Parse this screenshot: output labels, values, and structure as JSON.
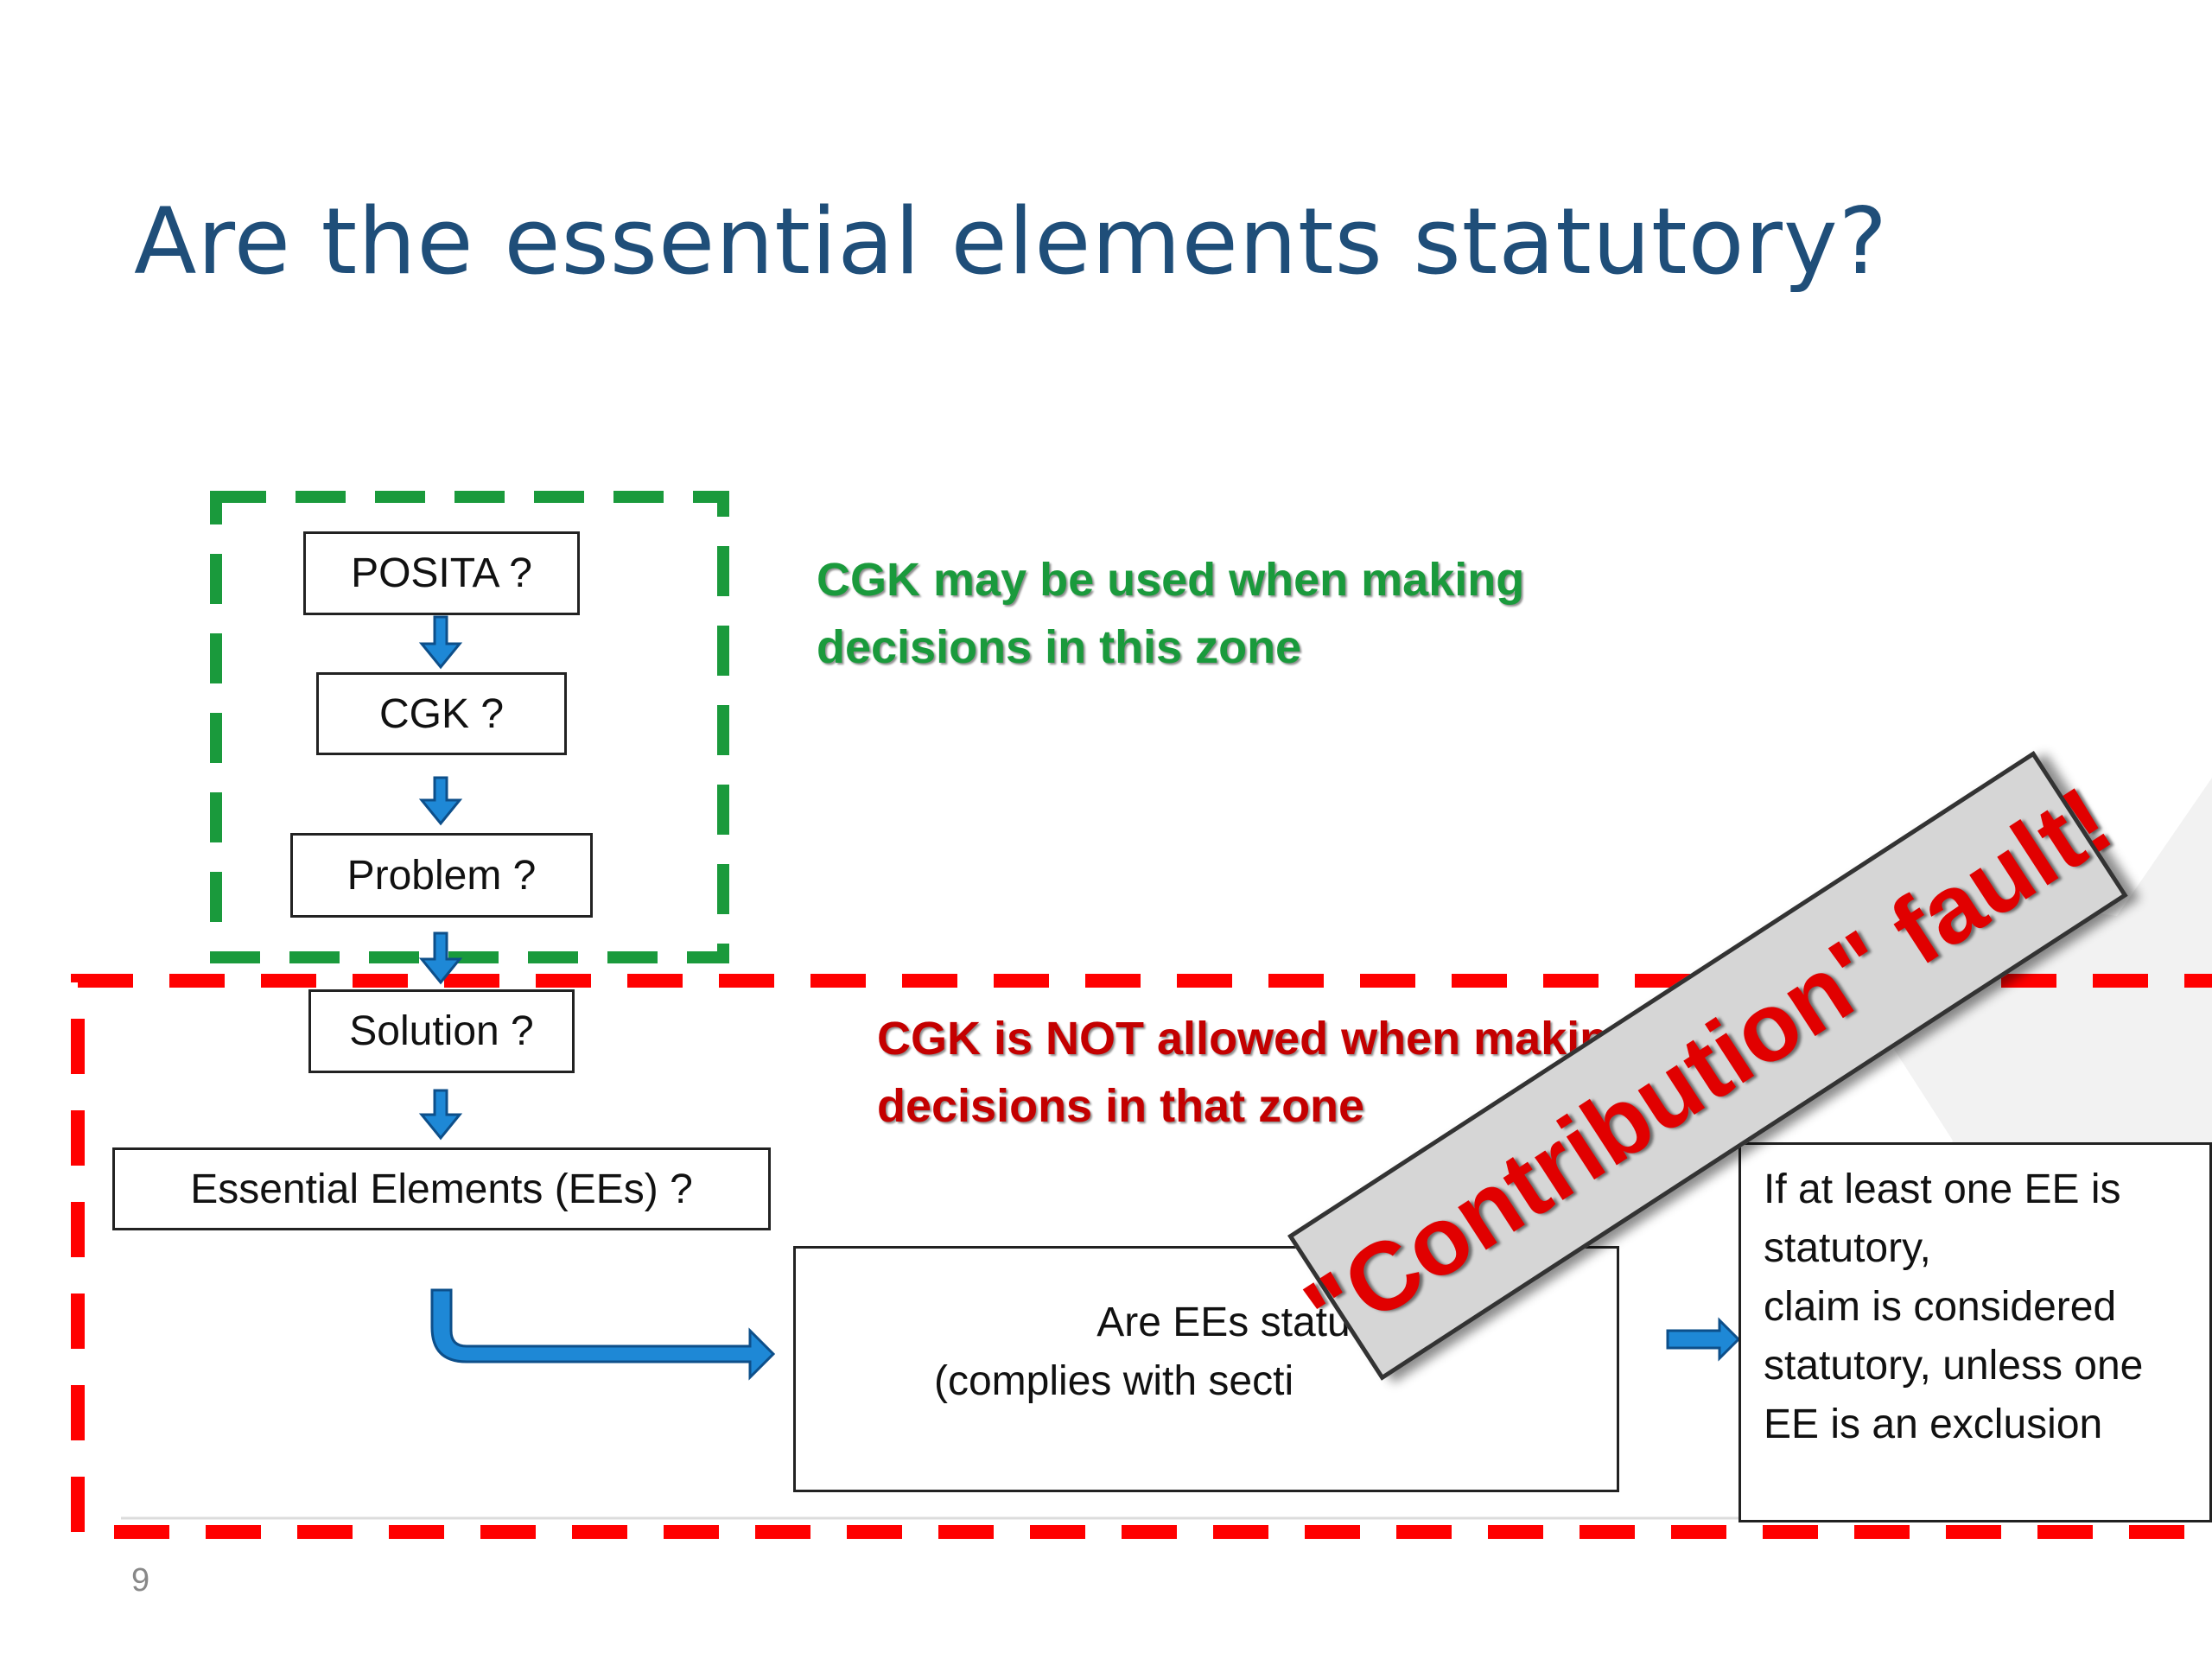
{
  "slide": {
    "title": "Are the essential elements statutory?",
    "page_number": "9"
  },
  "zones": {
    "green_text_line1": "CGK may be used when making",
    "green_text_line2": "decisions in this zone",
    "red_text_line1": "CGK is NOT allowed when making",
    "red_text_line2": "decisions in that zone"
  },
  "flow": {
    "posita": "POSITA ?",
    "cgk": "CGK ?",
    "problem": "Problem ?",
    "solution": "Solution ?",
    "essential_elements": "Essential Elements (EEs) ?",
    "statutory_line1": "Are EEs statutory ?",
    "statutory_line2": "(complies with secti",
    "result_line1": "If at least one EE is",
    "result_line2": "statutory,",
    "result_line3": "claim is considered",
    "result_line4": "statutory, unless one",
    "result_line5": "EE is an exclusion"
  },
  "stamp": {
    "text": "\"Contribution\" fault!"
  },
  "colors": {
    "title": "#1f4e79",
    "green_zone": "#1a9a3c",
    "red_zone": "#ff0000",
    "arrow": "#1e88d6",
    "stamp_text": "#e10000"
  }
}
